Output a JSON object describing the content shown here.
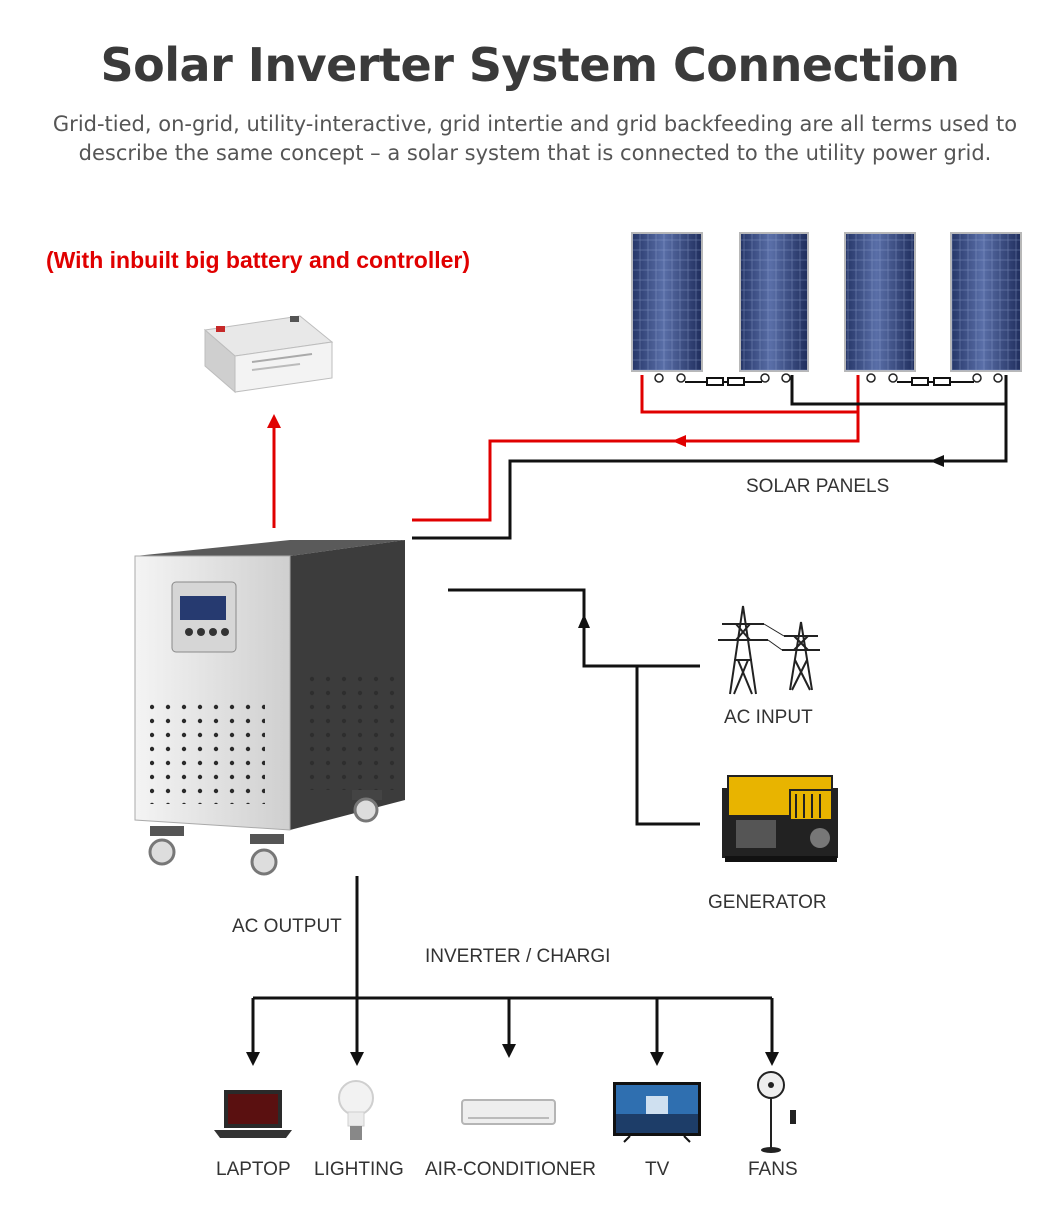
{
  "title": "Solar Inverter System Connection",
  "subtitle_line1": "Grid-tied, on-grid, utility-interactive, grid intertie and grid backfeeding are all terms used to",
  "subtitle_line2": "describe the same concept – a solar system that is connected to the utility power grid.",
  "battery_note": "(With inbuilt big battery and controller)",
  "labels": {
    "solar_panels": "SOLAR PANELS",
    "ac_input": "AC INPUT",
    "generator": "GENERATOR",
    "ac_output": "AC OUTPUT",
    "inverter_charger": "INVERTER / CHARGI"
  },
  "loads": [
    "LAPTOP",
    "LIGHTING",
    "AIR-CONDITIONER",
    "TV",
    "FANS"
  ],
  "colors": {
    "positive_wire": "#e00000",
    "negative_wire": "#111111",
    "panel_blue": "#2d3f78",
    "generator_yellow": "#e8b400"
  }
}
